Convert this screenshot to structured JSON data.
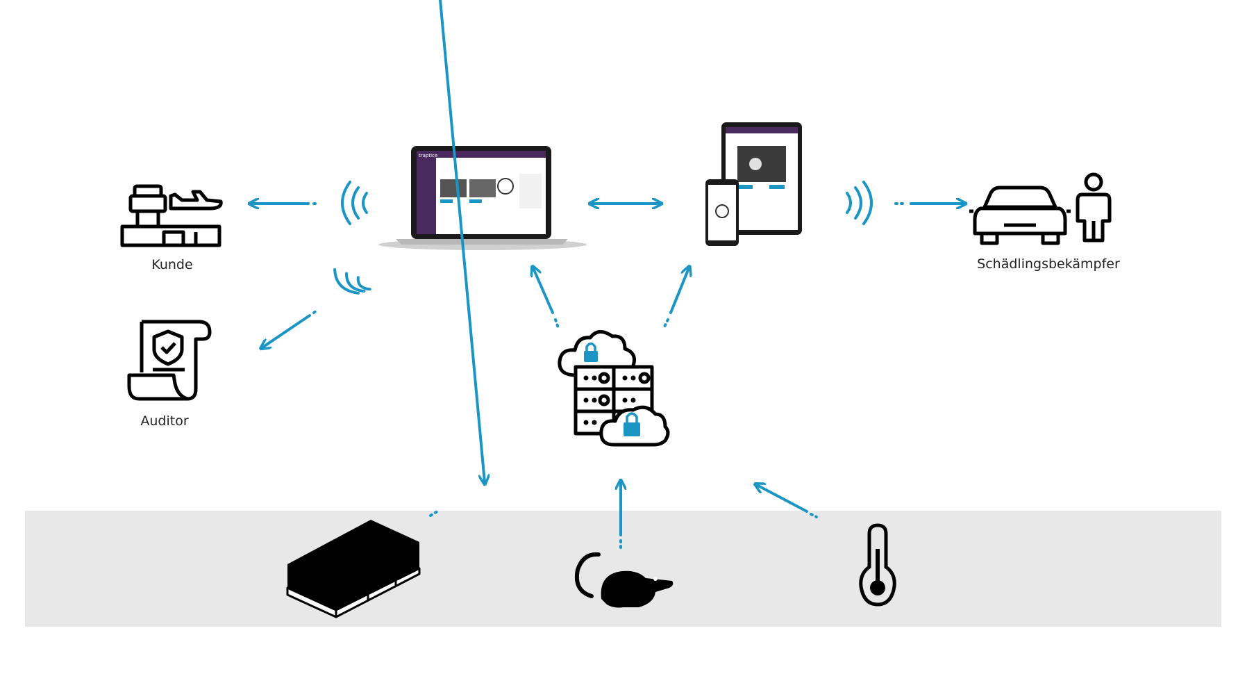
{
  "labels": {
    "kunde": "Kunde",
    "auditor": "Auditor",
    "pest_controller": "Schädlingsbekämpfer",
    "app_brand": "traptice"
  },
  "colors": {
    "accent": "#1a95c4",
    "panel": "#e8e8e8",
    "icon": "#000000",
    "app_sidebar": "#4a2a5e"
  },
  "icons": [
    "airport-icon",
    "audit-document-icon",
    "laptop-dashboard-icon",
    "tablet-phone-icon",
    "car-icon",
    "technician-icon",
    "cloud-server-icon",
    "trap-box-icon",
    "rodent-icon",
    "thermometer-icon",
    "wireless-signal-icon"
  ]
}
